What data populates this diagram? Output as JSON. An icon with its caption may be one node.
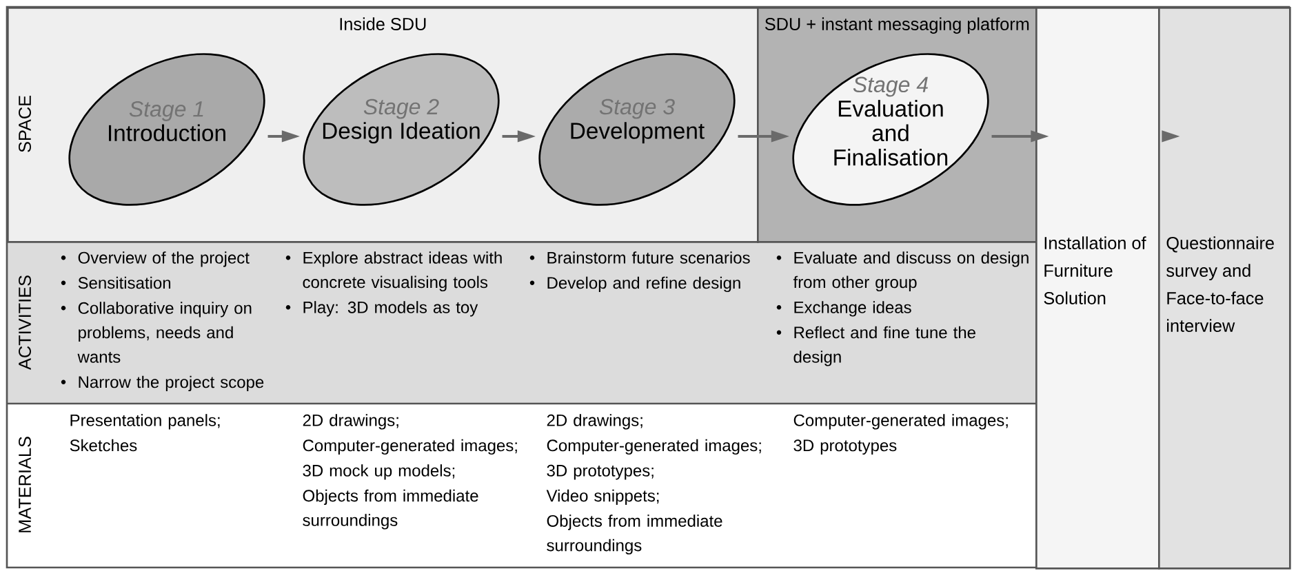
{
  "diagram": {
    "nodes": [
      {
        "text": [
          "Inside SDU"
        ]
      },
      {
        "text": [
          "SDU + instant messaging platform"
        ]
      },
      {
        "text": [
          "Stage 1",
          "Introduction"
        ],
        "in": 0
      },
      {
        "text": [
          "Stage 2",
          "Design Ideation"
        ],
        "in": 0
      },
      {
        "text": [
          "Stage 3",
          "Development"
        ],
        "in": 0
      },
      {
        "text": [
          "Stage 4",
          "Evaluation and Finalisation"
        ],
        "in": 1
      },
      {
        "text": [
          "Installation of Furniture Solution"
        ]
      },
      {
        "text": [
          "Questionnaire survey and Face-to-face interview"
        ]
      }
    ],
    "edges": [
      {
        "from": 2,
        "to": 3,
        "arrow": "to"
      },
      {
        "from": 3,
        "to": 4,
        "arrow": "to"
      },
      {
        "from": 4,
        "to": 5,
        "arrow": "to"
      },
      {
        "from": 5,
        "to": 6,
        "arrow": "to"
      },
      {
        "from": 6,
        "to": 7,
        "arrow": "to"
      }
    ],
    "labels": [
      "SPACE",
      "ACTIVITIES",
      "Overview of the project",
      "Sensitisation",
      "Collaborative inquiry on problems, needs and wants",
      "Narrow the project scope",
      "Explore abstract ideas with concrete visualising tools",
      "Play: 3D models as toy",
      "Brainstorm future scenarios",
      "Develop and refine design",
      "Evaluate and discuss on design from other group",
      "Exchange ideas",
      "Reflect and fine tune the design",
      "MATERIALS",
      "Presentation panels;",
      "Sketches",
      "2D drawings;",
      "Computer-generated images;",
      "3D mock up models;",
      "Objects from immediate surroundings",
      "2D drawings;",
      "Computer-generated images;",
      "3D prototypes;",
      "Video snippets;",
      "Objects from immediate surroundings",
      "Computer-generated images;",
      "3D prototypes"
    ]
  }
}
